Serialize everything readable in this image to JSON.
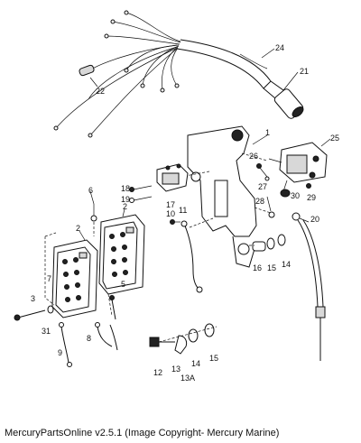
{
  "caption": "MercuryPartsOnline v2.5.1 (Image Copyright- Mercury Marine)",
  "callouts": {
    "c24": "24",
    "c21": "21",
    "c22": "22",
    "c1": "1",
    "c25": "25",
    "c26": "26",
    "c27": "27",
    "c28": "28",
    "c30": "30",
    "c29": "29",
    "c18": "18",
    "c19": "19",
    "c17": "17",
    "c10": "10",
    "c11": "11",
    "c6": "6",
    "c2": "2",
    "c20": "20",
    "c7": "7",
    "c3": "3",
    "c31": "31",
    "c9": "9",
    "c8": "8",
    "c5": "5",
    "c16": "16",
    "c15a": "15",
    "c14a": "14",
    "c12": "12",
    "c13": "13",
    "c14b": "14",
    "c15b": "15",
    "c13a": "13A"
  }
}
